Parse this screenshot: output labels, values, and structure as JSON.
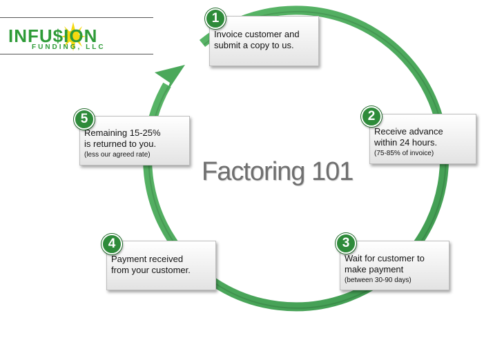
{
  "logo": {
    "brand_left": "INFU",
    "brand_dollar": "$",
    "brand_right": "ION",
    "subtitle": "FUNDING, LLC",
    "color": "#2e9b37",
    "sun_color": "#f6d90f"
  },
  "title": "Factoring 101",
  "colors": {
    "cycle": "#4aa85a",
    "badge": "#2e8b3a",
    "title": "#6f6f6f"
  },
  "steps": [
    {
      "number": "1",
      "text": "Invoice customer and\nsubmit a copy to us.",
      "note": ""
    },
    {
      "number": "2",
      "text": "Receive advance\nwithin 24 hours.",
      "note": "(75-85% of invoice)"
    },
    {
      "number": "3",
      "text": "Wait for customer to\nmake payment",
      "note": "(between 30-90 days)"
    },
    {
      "number": "4",
      "text": "Payment received\nfrom your customer.",
      "note": ""
    },
    {
      "number": "5",
      "text": "Remaining 15-25%\nis returned to you.",
      "note": "(less our agreed rate)"
    }
  ]
}
